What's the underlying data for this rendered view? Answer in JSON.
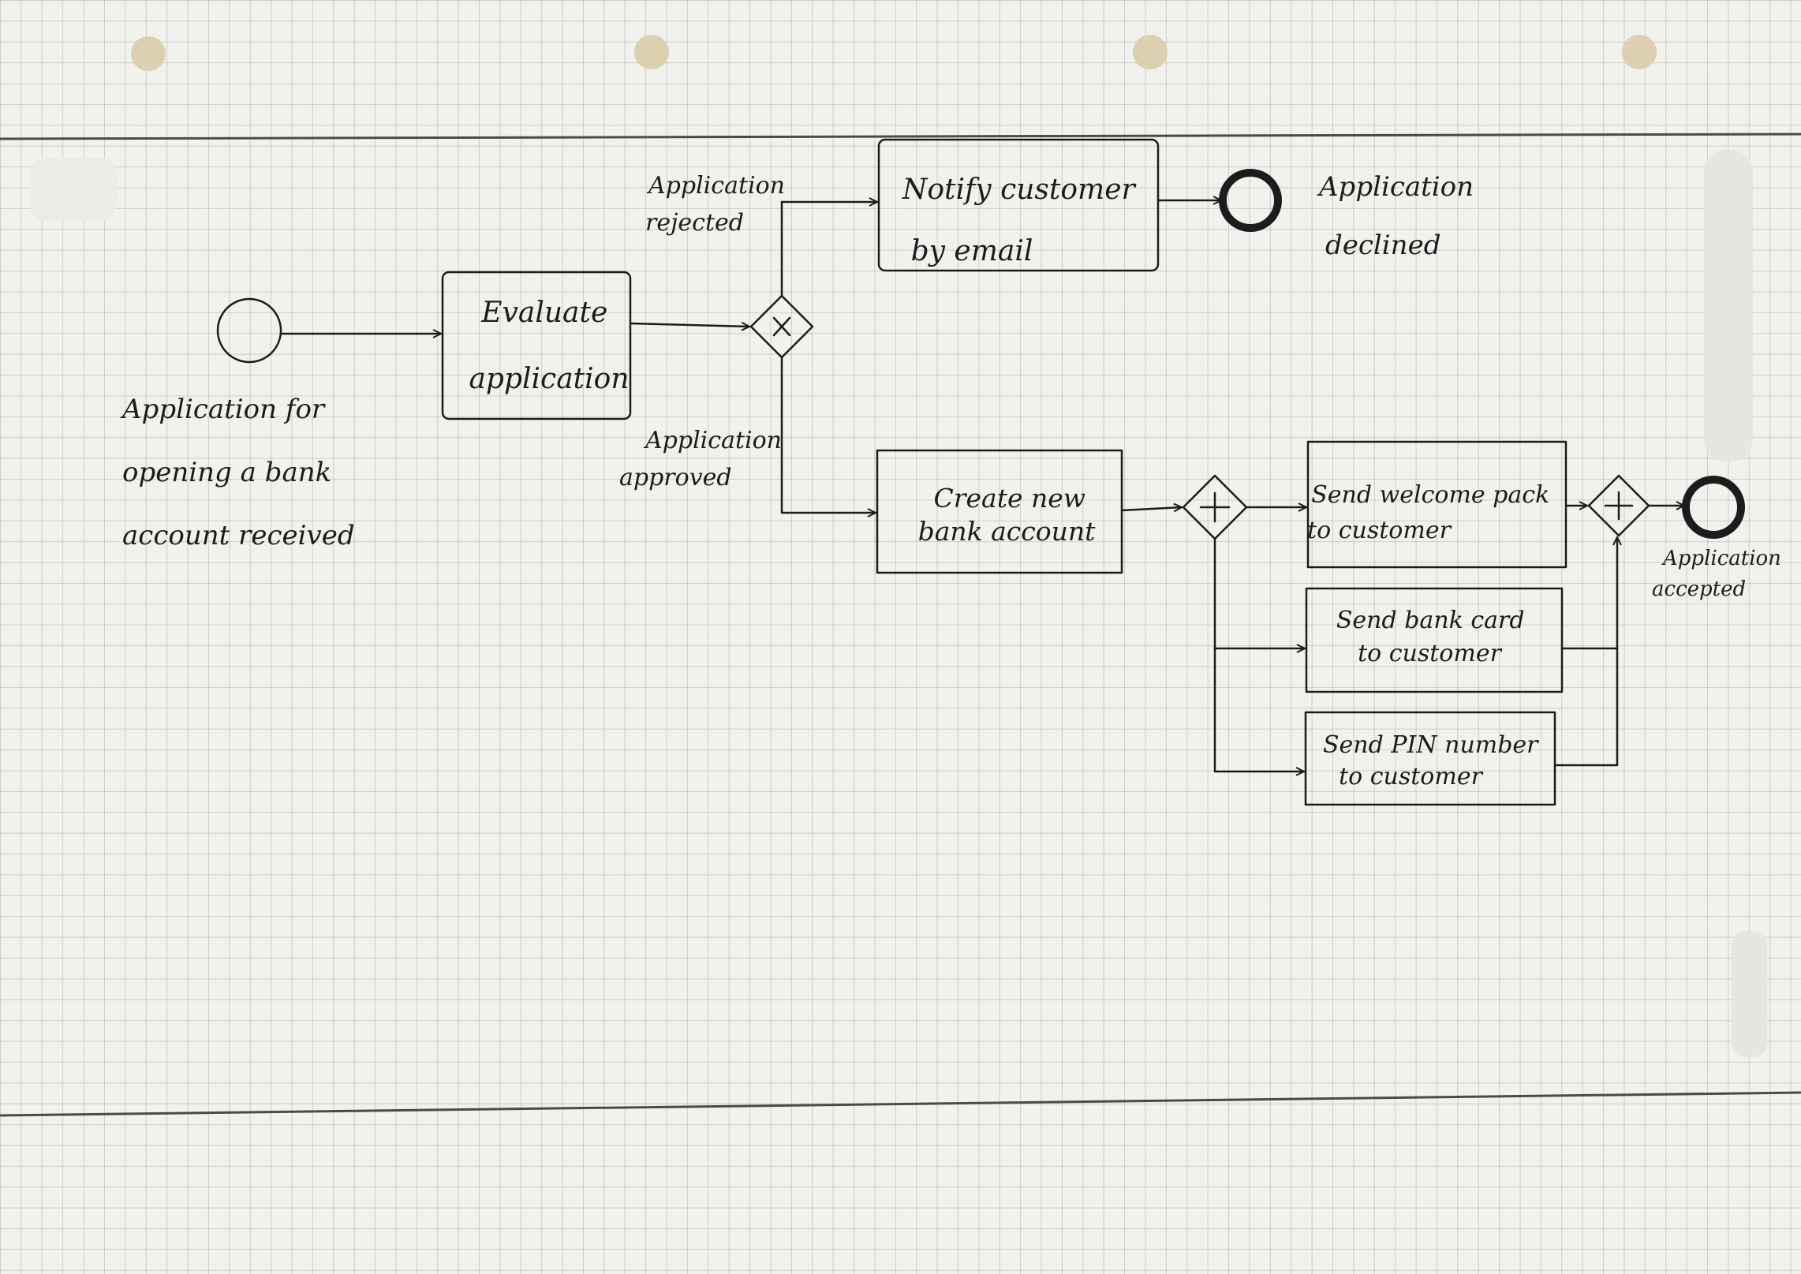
{
  "diagram": {
    "notation": "BPMN",
    "ink_color": "#1c1c1c",
    "paper_color": "#f1f1ed",
    "events": {
      "start": {
        "lines": [
          "Application for",
          "opening a bank",
          "account received"
        ]
      },
      "end_declined": {
        "lines": [
          "Application",
          "declined"
        ]
      },
      "end_accepted": {
        "lines": [
          "Application",
          "accepted"
        ]
      }
    },
    "tasks": {
      "evaluate": {
        "lines": [
          "Evaluate",
          "application"
        ]
      },
      "notify": {
        "lines": [
          "Notify customer",
          "by email"
        ]
      },
      "create_account": {
        "lines": [
          "Create new",
          "bank account"
        ]
      },
      "welcome_pack": {
        "lines": [
          "Send welcome pack",
          "to customer"
        ]
      },
      "bank_card": {
        "lines": [
          "Send bank card",
          "to customer"
        ]
      },
      "pin_number": {
        "lines": [
          "Send PIN number",
          "to customer"
        ]
      }
    },
    "gateways": {
      "decision": {
        "type": "exclusive",
        "symbol": "X"
      },
      "split": {
        "type": "parallel",
        "symbol": "+"
      },
      "join": {
        "type": "parallel",
        "symbol": "+"
      }
    },
    "flow_labels": {
      "rejected": [
        "Application",
        "rejected"
      ],
      "approved": [
        "Application",
        "approved"
      ]
    }
  }
}
